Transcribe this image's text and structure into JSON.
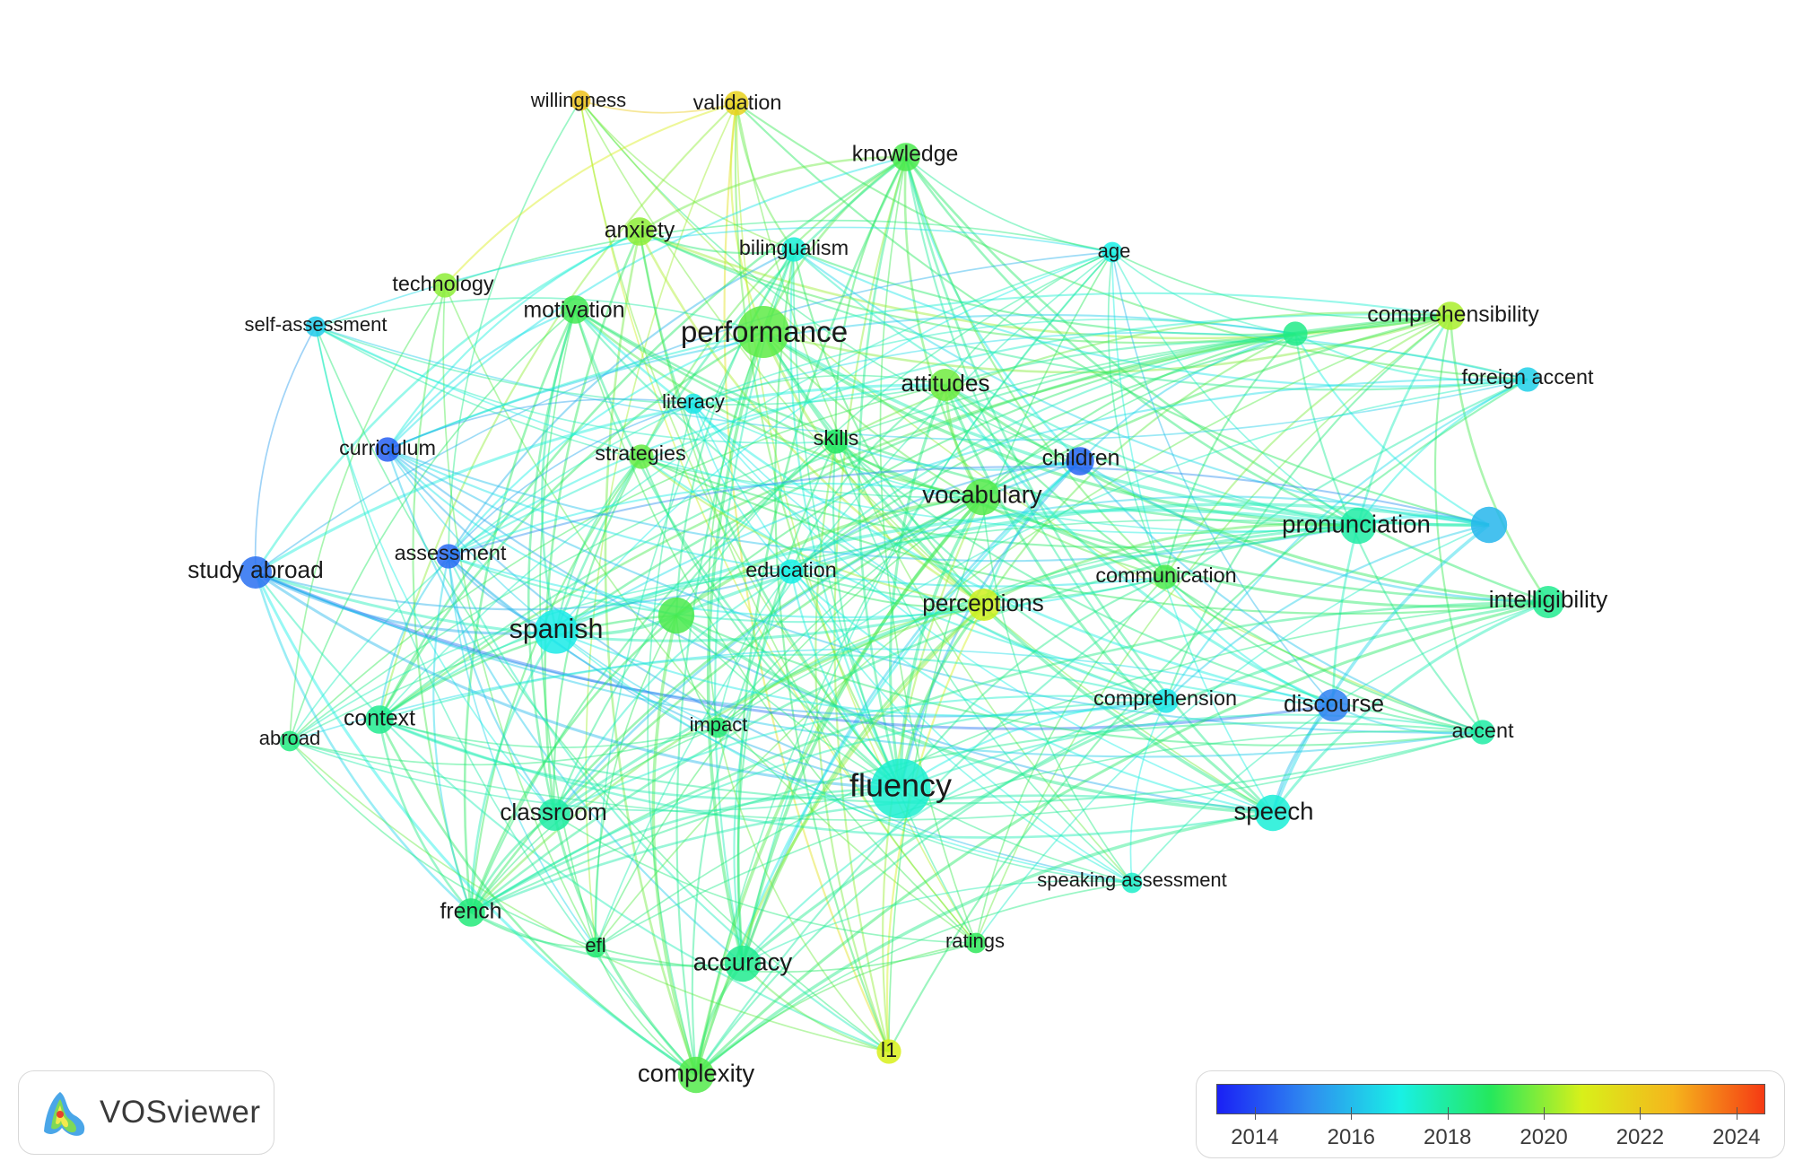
{
  "network": {
    "nodes": [
      {
        "id": "willingness",
        "label": "willingness",
        "year": 2022.3,
        "weight": 2
      },
      {
        "id": "validation",
        "label": "validation",
        "year": 2021.8,
        "weight": 3
      },
      {
        "id": "knowledge",
        "label": "knowledge",
        "year": 2019.3,
        "weight": 4
      },
      {
        "id": "anxiety",
        "label": "anxiety",
        "year": 2020.0,
        "weight": 4
      },
      {
        "id": "bilingualism",
        "label": "bilingualism",
        "year": 2017.2,
        "weight": 3
      },
      {
        "id": "age",
        "label": "age",
        "year": 2017.0,
        "weight": 2
      },
      {
        "id": "technology",
        "label": "technology",
        "year": 2020.0,
        "weight": 3
      },
      {
        "id": "motivation",
        "label": "motivation",
        "year": 2019.2,
        "weight": 4
      },
      {
        "id": "performance",
        "label": "performance",
        "year": 2019.5,
        "weight": 10
      },
      {
        "id": "unlabeled-1",
        "label": "",
        "year": 2018.3,
        "weight": 3
      },
      {
        "id": "comprehensibility",
        "label": "comprehensibility",
        "year": 2020.3,
        "weight": 4
      },
      {
        "id": "self-assessment",
        "label": "self-assessment",
        "year": 2016.3,
        "weight": 2
      },
      {
        "id": "foreign-accent",
        "label": "foreign accent",
        "year": 2016.4,
        "weight": 3
      },
      {
        "id": "attitudes",
        "label": "attitudes",
        "year": 2019.7,
        "weight": 5
      },
      {
        "id": "literacy",
        "label": "literacy",
        "year": 2016.8,
        "weight": 2
      },
      {
        "id": "curriculum",
        "label": "curriculum",
        "year": 2014.3,
        "weight": 3
      },
      {
        "id": "skills",
        "label": "skills",
        "year": 2018.8,
        "weight": 3
      },
      {
        "id": "strategies",
        "label": "strategies",
        "year": 2019.6,
        "weight": 3
      },
      {
        "id": "children",
        "label": "children",
        "year": 2014.4,
        "weight": 4
      },
      {
        "id": "vocabulary",
        "label": "vocabulary",
        "year": 2019.4,
        "weight": 6
      },
      {
        "id": "unlabeled-2",
        "label": "",
        "year": 2015.9,
        "weight": 6
      },
      {
        "id": "pronunciation",
        "label": "pronunciation",
        "year": 2017.9,
        "weight": 6
      },
      {
        "id": "study-abroad",
        "label": "study abroad",
        "year": 2014.6,
        "weight": 5
      },
      {
        "id": "assessment",
        "label": "assessment",
        "year": 2014.5,
        "weight": 3
      },
      {
        "id": "education",
        "label": "education",
        "year": 2017.0,
        "weight": 3
      },
      {
        "id": "communication",
        "label": "communication",
        "year": 2019.3,
        "weight": 3
      },
      {
        "id": "perceptions",
        "label": "perceptions",
        "year": 2020.7,
        "weight": 5
      },
      {
        "id": "intelligibility",
        "label": "intelligibility",
        "year": 2018.2,
        "weight": 5
      },
      {
        "id": "spanish",
        "label": "spanish",
        "year": 2016.9,
        "weight": 8
      },
      {
        "id": "unlabeled-3",
        "label": "",
        "year": 2019.3,
        "weight": 6
      },
      {
        "id": "comprehension",
        "label": "comprehension",
        "year": 2016.8,
        "weight": 3
      },
      {
        "id": "discourse",
        "label": "discourse",
        "year": 2014.9,
        "weight": 5
      },
      {
        "id": "context",
        "label": "context",
        "year": 2018.2,
        "weight": 4
      },
      {
        "id": "abroad",
        "label": "abroad",
        "year": 2018.4,
        "weight": 2
      },
      {
        "id": "impact",
        "label": "impact",
        "year": 2018.6,
        "weight": 2
      },
      {
        "id": "accent",
        "label": "accent",
        "year": 2017.9,
        "weight": 3
      },
      {
        "id": "fluency",
        "label": "fluency",
        "year": 2017.3,
        "weight": 12
      },
      {
        "id": "classroom",
        "label": "classroom",
        "year": 2017.9,
        "weight": 5
      },
      {
        "id": "speech",
        "label": "speech",
        "year": 2017.2,
        "weight": 6
      },
      {
        "id": "speaking-assessment",
        "label": "speaking assessment",
        "year": 2017.4,
        "weight": 2
      },
      {
        "id": "french",
        "label": "french",
        "year": 2018.5,
        "weight": 4
      },
      {
        "id": "efl",
        "label": "efl",
        "year": 2018.6,
        "weight": 2
      },
      {
        "id": "accuracy",
        "label": "accuracy",
        "year": 2018.2,
        "weight": 6
      },
      {
        "id": "ratings",
        "label": "ratings",
        "year": 2019.0,
        "weight": 2
      },
      {
        "id": "l1",
        "label": "l1",
        "year": 2020.8,
        "weight": 3
      },
      {
        "id": "complexity",
        "label": "complexity",
        "year": 2019.4,
        "weight": 6
      }
    ]
  },
  "legend": {
    "tick_labels": [
      "2014",
      "2016",
      "2018",
      "2020",
      "2022",
      "2024"
    ],
    "min_year": 2013.2,
    "max_year": 2024.6,
    "gradient_colors": [
      "#1a20f5",
      "#2f8cf0",
      "#19f0e6",
      "#25e85c",
      "#d8f01a",
      "#f5b51c",
      "#f53a14"
    ]
  },
  "branding": {
    "name": "VOSviewer"
  }
}
